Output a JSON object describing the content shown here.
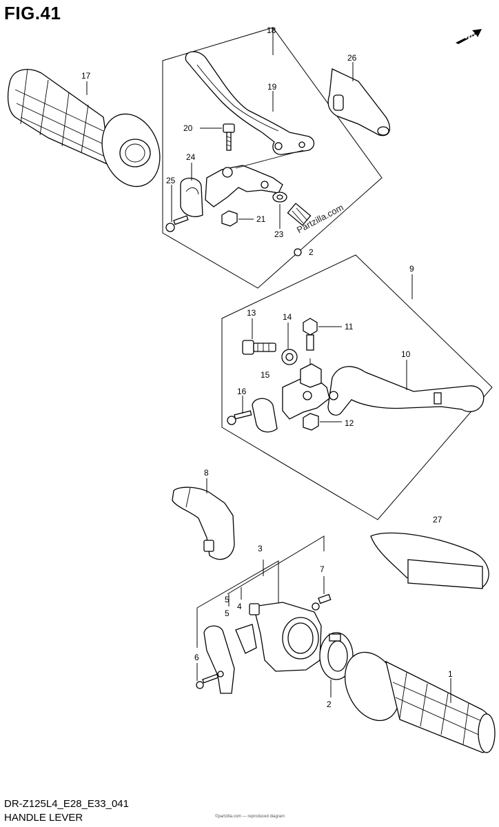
{
  "header": {
    "figure": "FIG.41"
  },
  "footer": {
    "model": "DR-Z125L4_E28_E33_041",
    "title": "HANDLE LEVER"
  },
  "watermark": "Partzilla.com",
  "direction_badge": {
    "label": "FWD",
    "icon": "arrow-up-right-icon"
  },
  "fine_print": "©partzilla.com — reproduced diagram",
  "callouts": [
    {
      "id": "1",
      "label": "1"
    },
    {
      "id": "2a",
      "label": "2"
    },
    {
      "id": "2b",
      "label": "2"
    },
    {
      "id": "3",
      "label": "3"
    },
    {
      "id": "4",
      "label": "4"
    },
    {
      "id": "5a",
      "label": "5"
    },
    {
      "id": "5b",
      "label": "5"
    },
    {
      "id": "6",
      "label": "6"
    },
    {
      "id": "7",
      "label": "7"
    },
    {
      "id": "8",
      "label": "8"
    },
    {
      "id": "9",
      "label": "9"
    },
    {
      "id": "10",
      "label": "10"
    },
    {
      "id": "11",
      "label": "11"
    },
    {
      "id": "12",
      "label": "12"
    },
    {
      "id": "13",
      "label": "13"
    },
    {
      "id": "14",
      "label": "14"
    },
    {
      "id": "15",
      "label": "15"
    },
    {
      "id": "16",
      "label": "16"
    },
    {
      "id": "17",
      "label": "17"
    },
    {
      "id": "18",
      "label": "18"
    },
    {
      "id": "19",
      "label": "19"
    },
    {
      "id": "20",
      "label": "20"
    },
    {
      "id": "21",
      "label": "21"
    },
    {
      "id": "23",
      "label": "23"
    },
    {
      "id": "24",
      "label": "24"
    },
    {
      "id": "25",
      "label": "25"
    },
    {
      "id": "26",
      "label": "26"
    },
    {
      "id": "27",
      "label": "27"
    }
  ]
}
